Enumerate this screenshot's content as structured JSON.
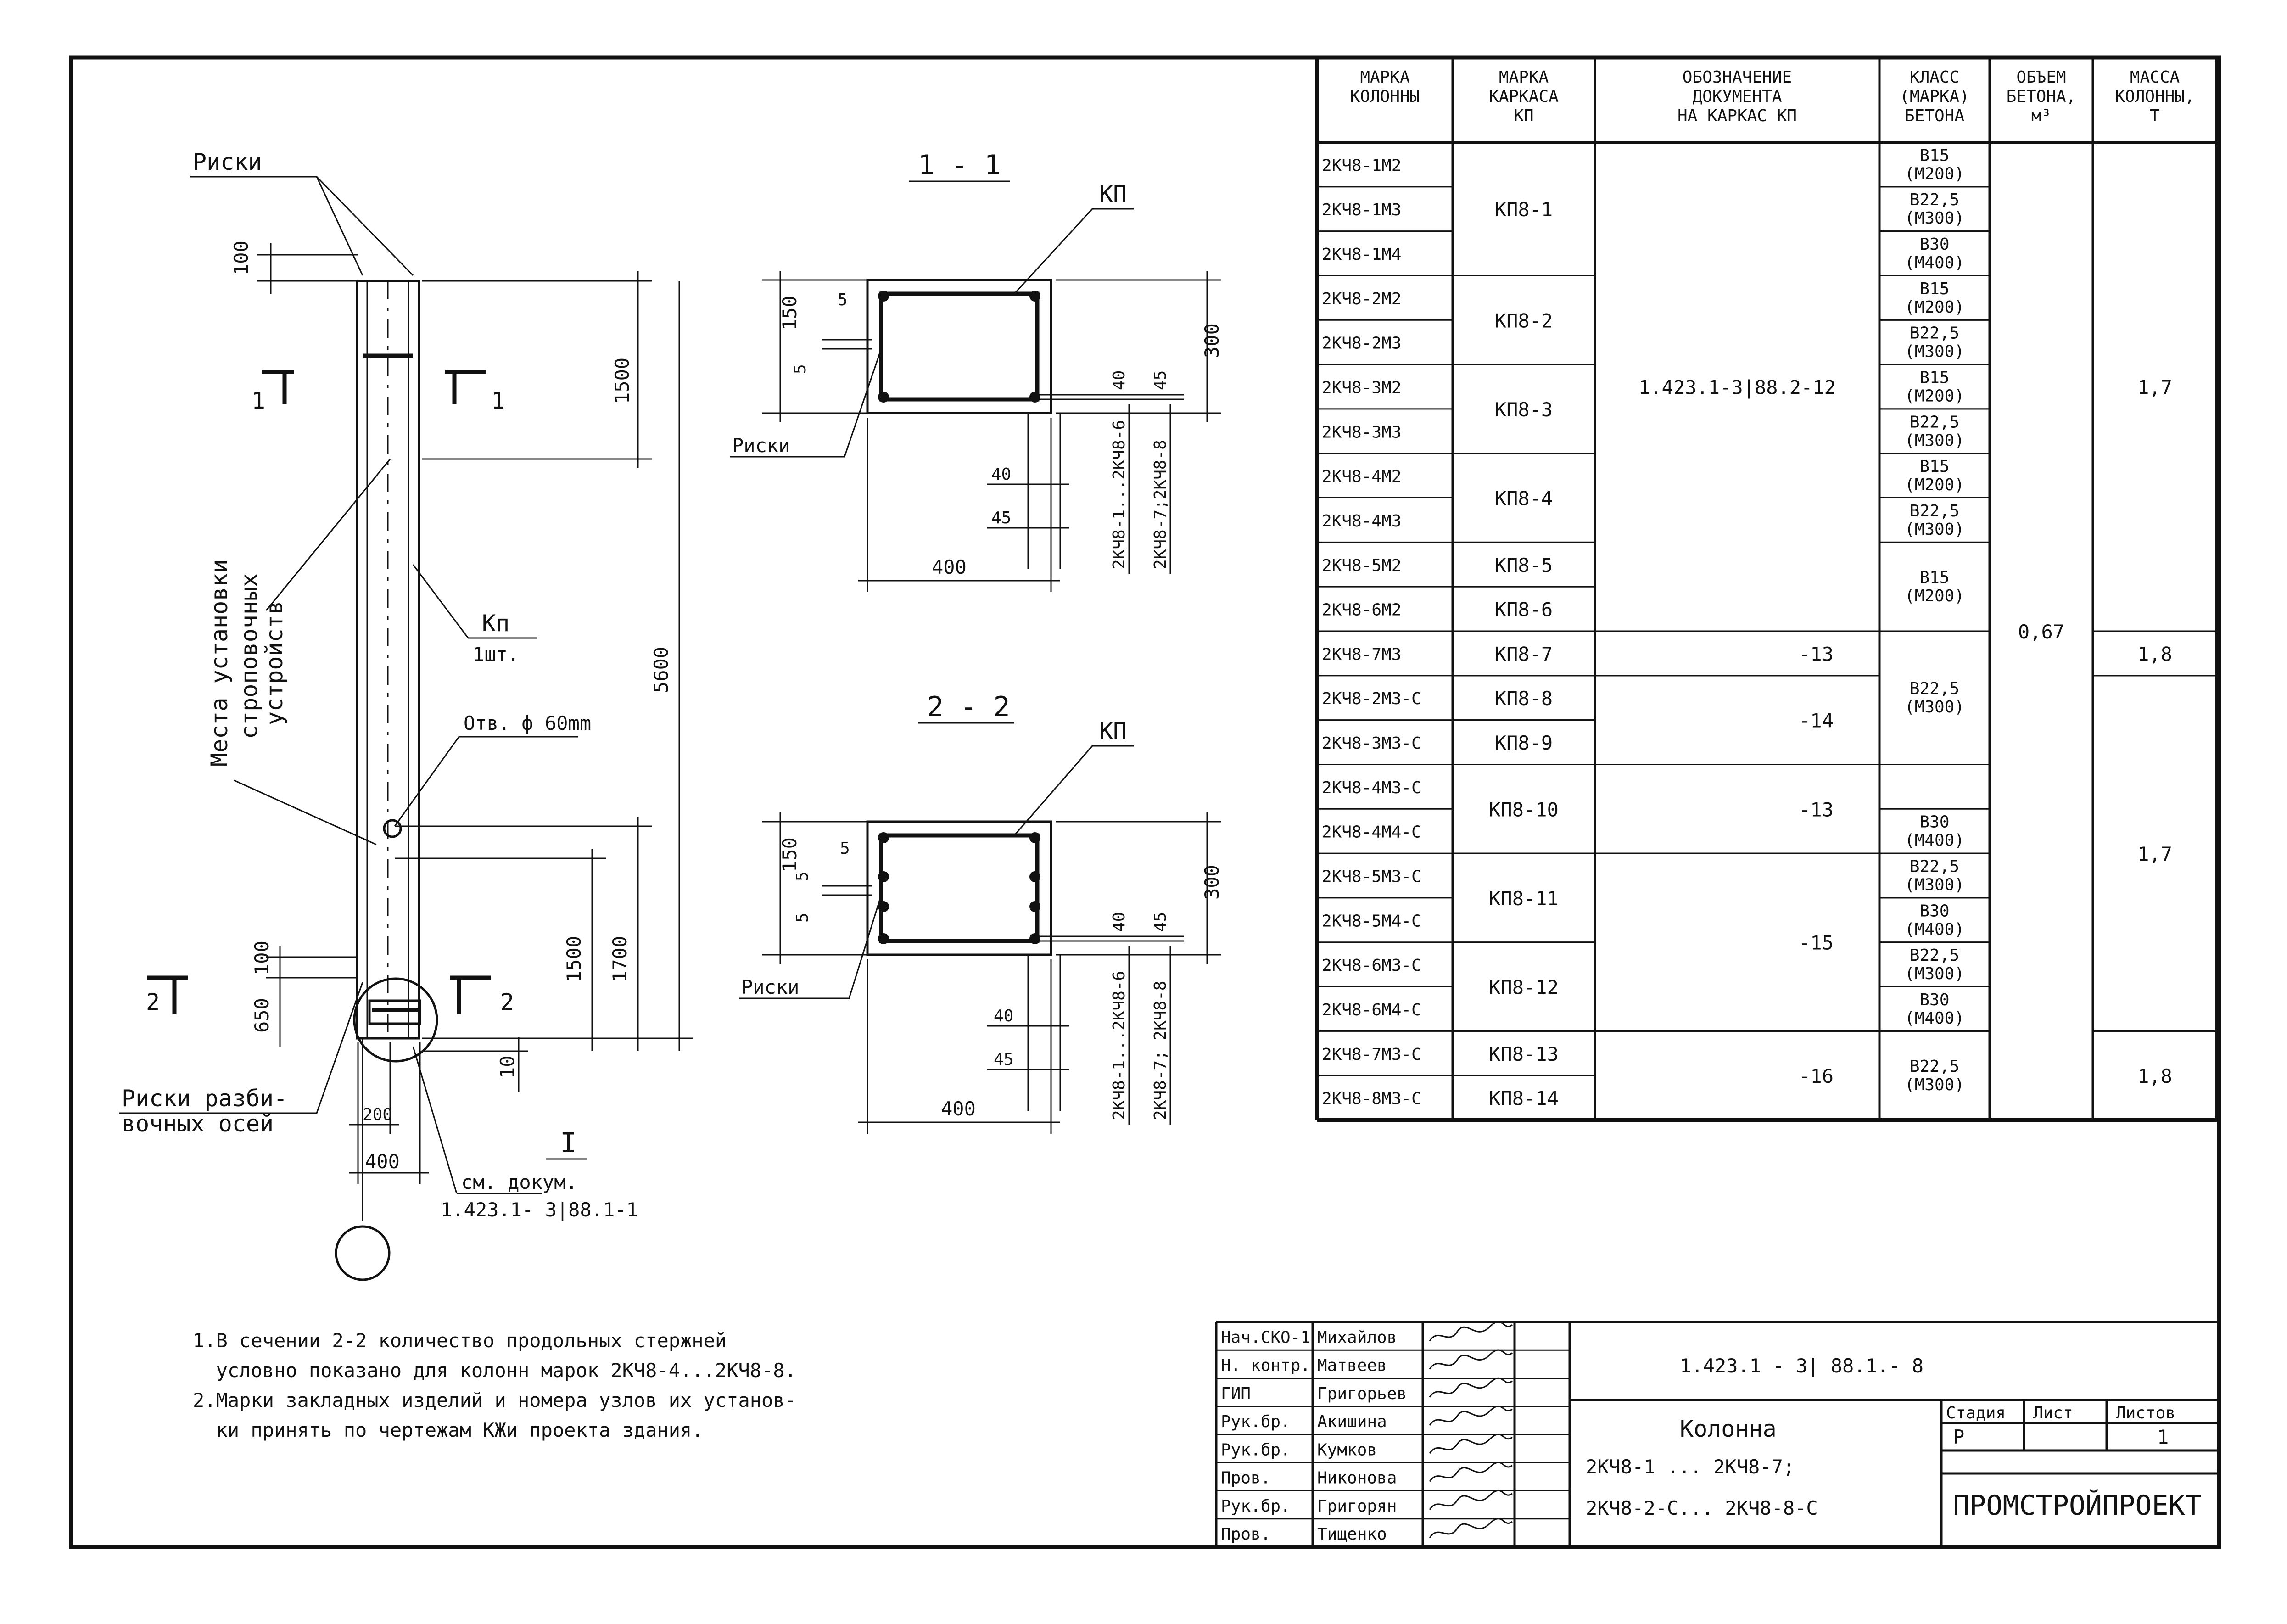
{
  "drawing": {
    "label_riski": "Риски",
    "label_riski2": "Риски",
    "label_riski3": "Риски",
    "label_riski_razb_1": "Риски разби-",
    "label_riski_razb_2": "вочных осей",
    "mesta_1": "Места установки",
    "mesta_2": "строповочных",
    "mesta_3": "устройств",
    "kp_label": "Кп",
    "kp_count": "1шт.",
    "otv": "Отв. ф 60mm",
    "sm_dokum_1": "см. докум.",
    "sm_dokum_2": "1.423.1- 3|88.1-1",
    "node_label": "I",
    "sec1_title": "1 - 1",
    "sec2_title": "2 - 2",
    "kp_sec1": "КП",
    "kp_sec2": "КП",
    "sec_a": "1",
    "sec_b": "2",
    "dims": {
      "d100": "100",
      "d1500": "1500",
      "d5600": "5600",
      "d1500b": "1500",
      "d1700": "1700",
      "d100b": "100",
      "d650": "650",
      "d10": "10",
      "d200": "200",
      "d400": "400",
      "s1_150": "150",
      "s1_5a": "5",
      "s1_5b": "5",
      "s1_300": "300",
      "s1_40": "40",
      "s1_45": "45",
      "s1_40b": "40",
      "s1_45b": "45",
      "s1_400": "400",
      "s1_r1": "2КЧ8-1...2КЧ8-6",
      "s1_r2": "2КЧ8-7;2КЧ8-8",
      "s2_150": "150",
      "s2_5a": "5",
      "s2_5b": "5",
      "s2_5c": "5",
      "s2_300": "300",
      "s2_40": "40",
      "s2_45": "45",
      "s2_40b": "40",
      "s2_45b": "45",
      "s2_400": "400",
      "s2_r1": "2КЧ8-1...2КЧ8-6",
      "s2_r2": "2КЧ8-7; 2КЧ8-8"
    }
  },
  "table": {
    "headers": [
      [
        "МАРКА",
        "КОЛОННЫ",
        ""
      ],
      [
        "МАРКА",
        "КАРКАСА",
        "КП"
      ],
      [
        "ОБОЗНАЧЕНИЕ",
        "ДОКУМЕНТА",
        "НА КАРКАС КП"
      ],
      [
        "КЛАСС",
        "(МАРКА)",
        "БЕТОНА"
      ],
      [
        "ОБЪЕМ",
        "БЕТОНА,",
        "м³"
      ],
      [
        "МАССА",
        "КОЛОННЫ,",
        "Т"
      ]
    ],
    "columns": [
      "2КЧ8-1М2",
      "2КЧ8-1М3",
      "2КЧ8-1М4",
      "2КЧ8-2М2",
      "2КЧ8-2М3",
      "2КЧ8-3М2",
      "2КЧ8-3М3",
      "2КЧ8-4М2",
      "2КЧ8-4М3",
      "2КЧ8-5М2",
      "2КЧ8-6М2",
      "2КЧ8-7М3",
      "2КЧ8-2М3-С",
      "2КЧ8-3М3-С",
      "2КЧ8-4М3-С",
      "2КЧ8-4М4-С",
      "2КЧ8-5М3-С",
      "2КЧ8-5М4-С",
      "2КЧ8-6М3-С",
      "2КЧ8-6М4-С",
      "2КЧ8-7М3-С",
      "2КЧ8-8М3-С"
    ],
    "frames": [
      {
        "label": "КП8-1",
        "rows": [
          0,
          2
        ]
      },
      {
        "label": "КП8-2",
        "rows": [
          3,
          4
        ]
      },
      {
        "label": "КП8-3",
        "rows": [
          5,
          6
        ]
      },
      {
        "label": "КП8-4",
        "rows": [
          7,
          8
        ]
      },
      {
        "label": "КП8-5",
        "rows": [
          9,
          9
        ]
      },
      {
        "label": "КП8-6",
        "rows": [
          10,
          10
        ]
      },
      {
        "label": "КП8-7",
        "rows": [
          11,
          11
        ]
      },
      {
        "label": "КП8-8",
        "rows": [
          12,
          12
        ]
      },
      {
        "label": "КП8-9",
        "rows": [
          13,
          13
        ]
      },
      {
        "label": "КП8-10",
        "rows": [
          14,
          15
        ]
      },
      {
        "label": "КП8-11",
        "rows": [
          16,
          17
        ]
      },
      {
        "label": "КП8-12",
        "rows": [
          18,
          19
        ]
      },
      {
        "label": "КП8-13",
        "rows": [
          20,
          20
        ]
      },
      {
        "label": "КП8-14",
        "rows": [
          21,
          21
        ]
      }
    ],
    "documents": [
      {
        "label": "1.423.1-3|88.2-12",
        "rows": [
          0,
          10
        ],
        "align": "center"
      },
      {
        "label": "-13",
        "rows": [
          11,
          11
        ],
        "align": "right"
      },
      {
        "label": "-14",
        "rows": [
          12,
          13
        ],
        "align": "right"
      },
      {
        "label": "-13",
        "rows": [
          14,
          15
        ],
        "align": "right"
      },
      {
        "label": "-15",
        "rows": [
          16,
          19
        ],
        "align": "right"
      },
      {
        "label": "-16",
        "rows": [
          20,
          21
        ],
        "align": "right"
      }
    ],
    "classes": [
      {
        "rows": [
          0,
          0
        ],
        "lines": [
          "В15",
          "(М200)"
        ]
      },
      {
        "rows": [
          1,
          1
        ],
        "lines": [
          "В22,5",
          "(М300)"
        ]
      },
      {
        "rows": [
          2,
          2
        ],
        "lines": [
          "В30",
          "(М400)"
        ]
      },
      {
        "rows": [
          3,
          3
        ],
        "lines": [
          "В15",
          "(М200)"
        ]
      },
      {
        "rows": [
          4,
          4
        ],
        "lines": [
          "В22,5",
          "(М300)"
        ]
      },
      {
        "rows": [
          5,
          5
        ],
        "lines": [
          "В15",
          "(М200)"
        ]
      },
      {
        "rows": [
          6,
          6
        ],
        "lines": [
          "В22,5",
          "(М300)"
        ]
      },
      {
        "rows": [
          7,
          7
        ],
        "lines": [
          "В15",
          "(М200)"
        ]
      },
      {
        "rows": [
          8,
          8
        ],
        "lines": [
          "В22,5",
          "(М300)"
        ]
      },
      {
        "rows": [
          9,
          10
        ],
        "lines": [
          "В15",
          "(М200)"
        ]
      },
      {
        "rows": [
          11,
          13
        ],
        "lines": [
          "В22,5",
          "(М300)"
        ]
      },
      {
        "rows": [
          15,
          15
        ],
        "lines": [
          "В30",
          "(М400)"
        ]
      },
      {
        "rows": [
          16,
          16
        ],
        "lines": [
          "В22,5",
          "(М300)"
        ]
      },
      {
        "rows": [
          17,
          17
        ],
        "lines": [
          "В30",
          "(М400)"
        ]
      },
      {
        "rows": [
          18,
          18
        ],
        "lines": [
          "В22,5",
          "(М300)"
        ]
      },
      {
        "rows": [
          19,
          19
        ],
        "lines": [
          "В30",
          "(М400)"
        ]
      },
      {
        "rows": [
          20,
          21
        ],
        "lines": [
          "В22,5",
          "(М300)"
        ]
      }
    ],
    "volumes": [
      {
        "label": "0,67",
        "rows": [
          0,
          21
        ]
      }
    ],
    "masses": [
      {
        "label": "1,7",
        "rows": [
          0,
          10
        ]
      },
      {
        "label": "1,8",
        "rows": [
          11,
          11
        ]
      },
      {
        "label": "1,7",
        "rows": [
          12,
          19
        ]
      },
      {
        "label": "1,8",
        "rows": [
          20,
          21
        ]
      }
    ]
  },
  "notes": [
    "1.В сечении 2-2 количество продольных стержней",
    "  условно показано для колонн марок 2КЧ8-4...2КЧ8-8.",
    "2.Марки закладных изделий и номера узлов их установ-",
    "  ки принять по чертежам КЖи проекта здания."
  ],
  "title_block": {
    "roles": [
      "Нач.СКО-1",
      "Н. контр.",
      "ГИП",
      "Рук.бр.",
      "Рук.бр.",
      "Пров.",
      "Рук.бр.",
      "Пров."
    ],
    "names": [
      "Михайлов",
      "Матвеев",
      "Григорьев",
      "Акишина",
      "Кумков",
      "Никонова",
      "Григорян",
      "Тищенко"
    ],
    "doc_code": "1.423.1 - 3| 88.1.- 8",
    "item_title": "Колонна",
    "item_sub1": "2КЧ8-1 ... 2КЧ8-7;",
    "item_sub2": "2КЧ8-2-С... 2КЧ8-8-С",
    "stage_h": "Стадия",
    "sheet_h": "Лист",
    "sheets_h": "Листов",
    "stage": "Р",
    "sheet": "",
    "sheets": "1",
    "org": "ПРОМСТРОЙПРОЕКТ"
  }
}
